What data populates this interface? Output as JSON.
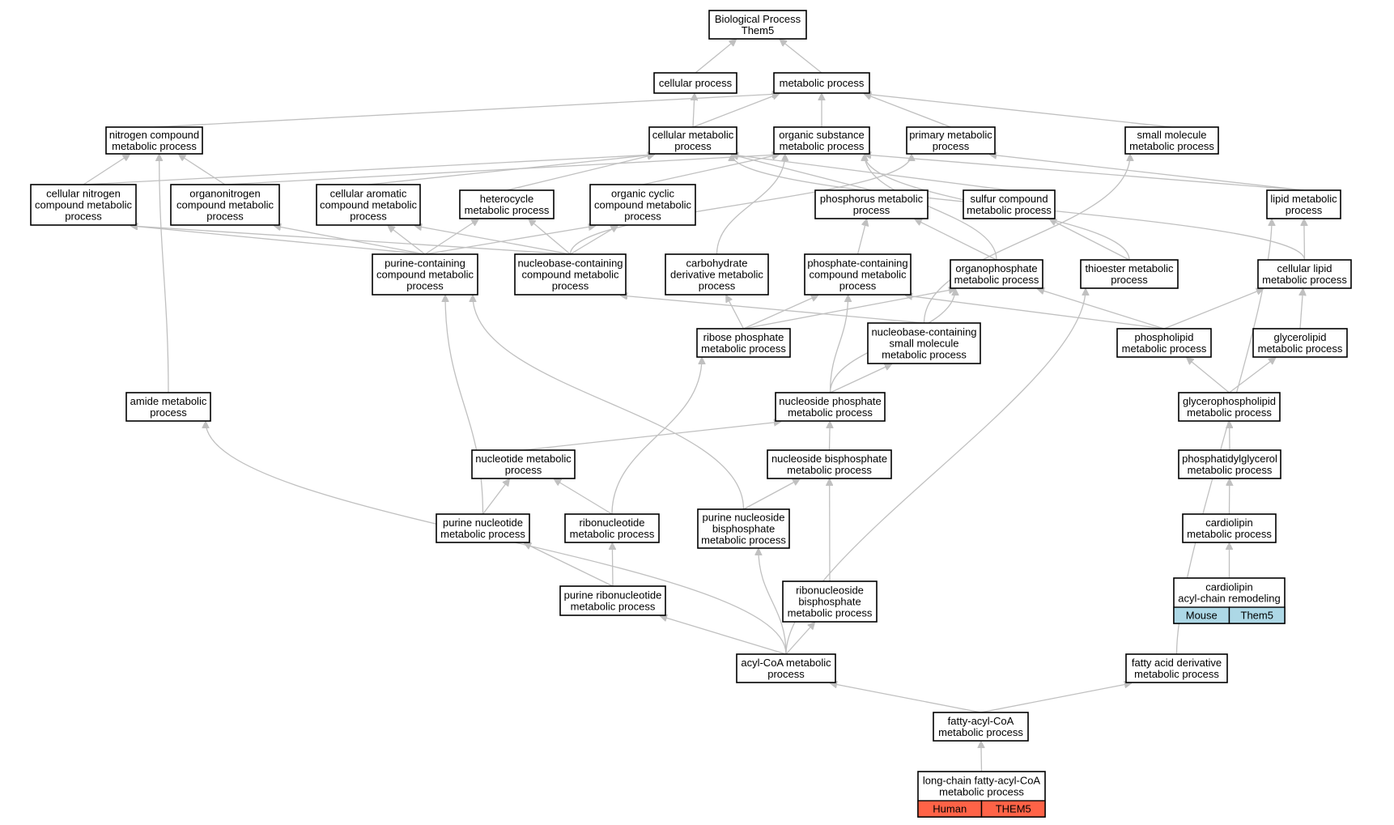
{
  "nodes": [
    {
      "id": "bp",
      "lines": [
        "Biological Process",
        "Them5"
      ]
    },
    {
      "id": "cp",
      "lines": [
        "cellular process"
      ]
    },
    {
      "id": "mp",
      "lines": [
        "metabolic process"
      ]
    },
    {
      "id": "ncmp",
      "lines": [
        "nitrogen compound",
        "metabolic process"
      ]
    },
    {
      "id": "cmp",
      "lines": [
        "cellular metabolic",
        "process"
      ]
    },
    {
      "id": "osmp",
      "lines": [
        "organic substance",
        "metabolic process"
      ]
    },
    {
      "id": "pmp",
      "lines": [
        "primary metabolic",
        "process"
      ]
    },
    {
      "id": "smmp",
      "lines": [
        "small molecule",
        "metabolic process"
      ]
    },
    {
      "id": "cncmp",
      "lines": [
        "cellular nitrogen",
        "compound metabolic",
        "process"
      ]
    },
    {
      "id": "oncmp",
      "lines": [
        "organonitrogen",
        "compound metabolic",
        "process"
      ]
    },
    {
      "id": "cacmp",
      "lines": [
        "cellular aromatic",
        "compound metabolic",
        "process"
      ]
    },
    {
      "id": "hmp",
      "lines": [
        "heterocycle",
        "metabolic process"
      ]
    },
    {
      "id": "occmp",
      "lines": [
        "organic cyclic",
        "compound metabolic",
        "process"
      ]
    },
    {
      "id": "phmp",
      "lines": [
        "phosphorus metabolic",
        "process"
      ]
    },
    {
      "id": "scmp",
      "lines": [
        "sulfur compound",
        "metabolic process"
      ]
    },
    {
      "id": "lmp",
      "lines": [
        "lipid metabolic",
        "process"
      ]
    },
    {
      "id": "pccmp",
      "lines": [
        "purine-containing",
        "compound metabolic",
        "process"
      ]
    },
    {
      "id": "nbccmp",
      "lines": [
        "nucleobase-containing",
        "compound metabolic",
        "process"
      ]
    },
    {
      "id": "cdmp",
      "lines": [
        "carbohydrate",
        "derivative metabolic",
        "process"
      ]
    },
    {
      "id": "phccmp",
      "lines": [
        "phosphate-containing",
        "compound metabolic",
        "process"
      ]
    },
    {
      "id": "opmp",
      "lines": [
        "organophosphate",
        "metabolic process"
      ]
    },
    {
      "id": "temp",
      "lines": [
        "thioester metabolic",
        "process"
      ]
    },
    {
      "id": "clmp",
      "lines": [
        "cellular lipid",
        "metabolic process"
      ]
    },
    {
      "id": "rpmp",
      "lines": [
        "ribose phosphate",
        "metabolic process"
      ]
    },
    {
      "id": "nbcsmmp",
      "lines": [
        "nucleobase-containing",
        "small molecule",
        "metabolic process"
      ]
    },
    {
      "id": "plmp",
      "lines": [
        "phospholipid",
        "metabolic process"
      ]
    },
    {
      "id": "glmp",
      "lines": [
        "glycerolipid",
        "metabolic process"
      ]
    },
    {
      "id": "amp",
      "lines": [
        "amide metabolic",
        "process"
      ]
    },
    {
      "id": "nspmp",
      "lines": [
        "nucleoside phosphate",
        "metabolic process"
      ]
    },
    {
      "id": "gplmp",
      "lines": [
        "glycerophospholipid",
        "metabolic process"
      ]
    },
    {
      "id": "ntmp",
      "lines": [
        "nucleotide metabolic",
        "process"
      ]
    },
    {
      "id": "nsbpmp",
      "lines": [
        "nucleoside bisphosphate",
        "metabolic process"
      ]
    },
    {
      "id": "pgmp",
      "lines": [
        "phosphatidylglycerol",
        "metabolic process"
      ]
    },
    {
      "id": "puntmp",
      "lines": [
        "purine nucleotide",
        "metabolic process"
      ]
    },
    {
      "id": "rntmp",
      "lines": [
        "ribonucleotide",
        "metabolic process"
      ]
    },
    {
      "id": "pnsbpmp",
      "lines": [
        "purine nucleoside",
        "bisphosphate",
        "metabolic process"
      ]
    },
    {
      "id": "clpmp",
      "lines": [
        "cardiolipin",
        "metabolic process"
      ]
    },
    {
      "id": "prntmp",
      "lines": [
        "purine ribonucleotide",
        "metabolic process"
      ]
    },
    {
      "id": "rnsbpmp",
      "lines": [
        "ribonucleoside",
        "bisphosphate",
        "metabolic process"
      ]
    },
    {
      "id": "clacr",
      "lines": [
        "cardiolipin",
        "acyl-chain remodeling"
      ],
      "tags": [
        "Mouse",
        "Them5"
      ],
      "tag_color": "#add8e6"
    },
    {
      "id": "acmp",
      "lines": [
        "acyl-CoA metabolic",
        "process"
      ]
    },
    {
      "id": "fadmp",
      "lines": [
        "fatty acid derivative",
        "metabolic process"
      ]
    },
    {
      "id": "facmp",
      "lines": [
        "fatty-acyl-CoA",
        "metabolic process"
      ]
    },
    {
      "id": "lcfacmp",
      "lines": [
        "long-chain fatty-acyl-CoA",
        "metabolic process"
      ],
      "tags": [
        "Human",
        "THEM5"
      ],
      "tag_color": "#ff6347"
    }
  ],
  "edges": [
    [
      "cp",
      "bp"
    ],
    [
      "mp",
      "bp"
    ],
    [
      "cmp",
      "cp"
    ],
    [
      "cmp",
      "mp"
    ],
    [
      "ncmp",
      "mp"
    ],
    [
      "osmp",
      "mp"
    ],
    [
      "pmp",
      "mp"
    ],
    [
      "smmp",
      "mp"
    ],
    [
      "cncmp",
      "ncmp"
    ],
    [
      "cncmp",
      "cmp"
    ],
    [
      "oncmp",
      "ncmp"
    ],
    [
      "oncmp",
      "osmp"
    ],
    [
      "cacmp",
      "cmp"
    ],
    [
      "hmp",
      "cmp"
    ],
    [
      "occmp",
      "osmp"
    ],
    [
      "phmp",
      "cmp"
    ],
    [
      "scmp",
      "cmp"
    ],
    [
      "lmp",
      "osmp"
    ],
    [
      "lmp",
      "pmp"
    ],
    [
      "pccmp",
      "cncmp"
    ],
    [
      "pccmp",
      "oncmp"
    ],
    [
      "pccmp",
      "cacmp"
    ],
    [
      "pccmp",
      "hmp"
    ],
    [
      "pccmp",
      "occmp"
    ],
    [
      "nbccmp",
      "cncmp"
    ],
    [
      "nbccmp",
      "cacmp"
    ],
    [
      "nbccmp",
      "hmp"
    ],
    [
      "nbccmp",
      "occmp"
    ],
    [
      "nbccmp",
      "pmp"
    ],
    [
      "cdmp",
      "osmp"
    ],
    [
      "phccmp",
      "phmp"
    ],
    [
      "opmp",
      "phmp"
    ],
    [
      "opmp",
      "osmp"
    ],
    [
      "temp",
      "scmp"
    ],
    [
      "temp",
      "osmp"
    ],
    [
      "clmp",
      "lmp"
    ],
    [
      "clmp",
      "cmp"
    ],
    [
      "rpmp",
      "cdmp"
    ],
    [
      "rpmp",
      "phccmp"
    ],
    [
      "rpmp",
      "opmp"
    ],
    [
      "nbcsmmp",
      "nbccmp"
    ],
    [
      "nbcsmmp",
      "smmp"
    ],
    [
      "plmp",
      "opmp"
    ],
    [
      "plmp",
      "clmp"
    ],
    [
      "plmp",
      "phccmp"
    ],
    [
      "glmp",
      "clmp"
    ],
    [
      "amp",
      "ncmp"
    ],
    [
      "nspmp",
      "nbcsmmp"
    ],
    [
      "nspmp",
      "phccmp"
    ],
    [
      "nspmp",
      "opmp"
    ],
    [
      "gplmp",
      "plmp"
    ],
    [
      "gplmp",
      "glmp"
    ],
    [
      "ntmp",
      "nspmp"
    ],
    [
      "nsbpmp",
      "nspmp"
    ],
    [
      "pgmp",
      "gplmp"
    ],
    [
      "puntmp",
      "ntmp"
    ],
    [
      "puntmp",
      "pccmp"
    ],
    [
      "rntmp",
      "ntmp"
    ],
    [
      "rntmp",
      "rpmp"
    ],
    [
      "pnsbpmp",
      "nsbpmp"
    ],
    [
      "pnsbpmp",
      "pccmp"
    ],
    [
      "clpmp",
      "pgmp"
    ],
    [
      "prntmp",
      "puntmp"
    ],
    [
      "prntmp",
      "rntmp"
    ],
    [
      "rnsbpmp",
      "nsbpmp"
    ],
    [
      "clacr",
      "clpmp"
    ],
    [
      "acmp",
      "amp"
    ],
    [
      "acmp",
      "prntmp"
    ],
    [
      "acmp",
      "pnsbpmp"
    ],
    [
      "acmp",
      "rnsbpmp"
    ],
    [
      "acmp",
      "temp"
    ],
    [
      "fadmp",
      "lmp"
    ],
    [
      "facmp",
      "acmp"
    ],
    [
      "facmp",
      "fadmp"
    ],
    [
      "lcfacmp",
      "facmp"
    ]
  ]
}
